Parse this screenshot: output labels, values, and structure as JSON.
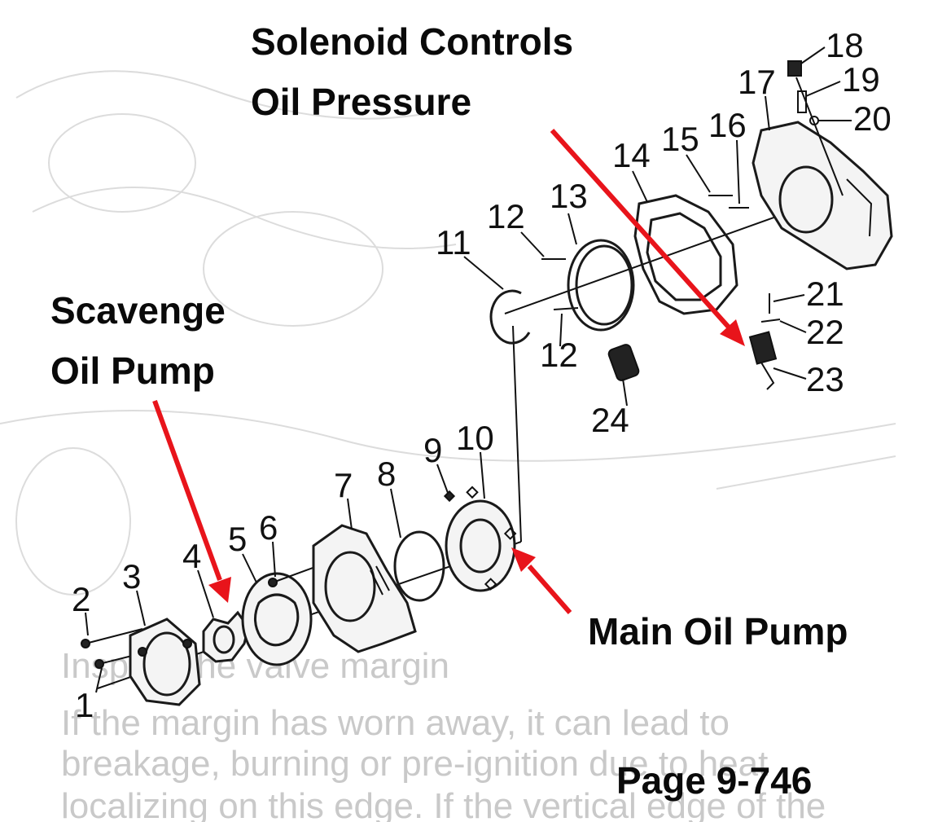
{
  "callouts": {
    "solenoid_line1": "Solenoid Controls",
    "solenoid_line2": "Oil Pressure",
    "scavenge_line1": "Scavenge",
    "scavenge_line2": "Oil Pump",
    "main_pump": "Main Oil Pump",
    "page_ref": "Page 9-746"
  },
  "part_numbers": [
    "1",
    "2",
    "3",
    "4",
    "5",
    "6",
    "7",
    "8",
    "9",
    "10",
    "11",
    "12",
    "12",
    "13",
    "14",
    "15",
    "16",
    "17",
    "18",
    "19",
    "20",
    "21",
    "22",
    "23",
    "24"
  ],
  "background_text": {
    "line1": "Inspect the valve margin",
    "line2": "If the margin has worn away, it can lead to",
    "line3": "breakage, burning or pre-ignition due to heat",
    "line4": "localizing on this edge. If the vertical edge of the"
  },
  "colors": {
    "arrow": "#e8141b",
    "ink": "#111111"
  }
}
